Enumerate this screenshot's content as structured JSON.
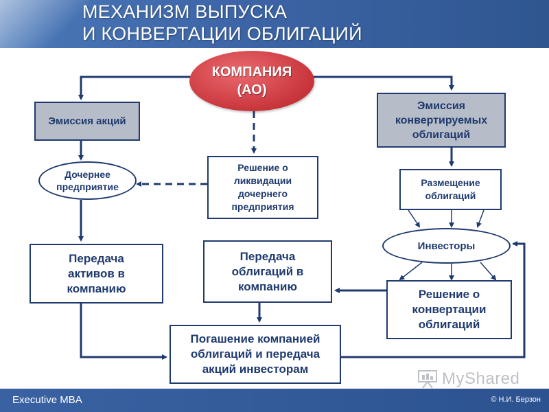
{
  "header": {
    "title_line1": "МЕХАНИЗМ ВЫПУСКА",
    "title_line2": "И КОНВЕРТАЦИИ ОБЛИГАЦИЙ"
  },
  "nodes": {
    "company_line1": "КОМПАНИЯ",
    "company_line2": "(АО)",
    "share_issue": "Эмиссия акций",
    "convertible_issue": "Эмиссия конвертируемых облигаций",
    "subsidiary": "Дочернее предприятие",
    "liquidation_decision": "Решение о ликвидации дочернего предприятия",
    "bond_placement": "Размещение облигаций",
    "investors": "Инвесторы",
    "asset_transfer": "Передача активов в компанию",
    "bond_transfer": "Передача облигаций в компанию",
    "conversion_decision": "Решение о конвертации облигаций",
    "redemption": "Погашение компанией облигаций и передача акций инвесторам"
  },
  "footer": {
    "brand": "Executive MBA",
    "author": "© Н.И. Берзон"
  },
  "watermark": {
    "text": "MyShared"
  },
  "colors": {
    "header_blue": "#3e66a8",
    "box_border": "#1f3a6e",
    "gray_fill": "#b6bcc8",
    "company_red": "#c8353b"
  }
}
